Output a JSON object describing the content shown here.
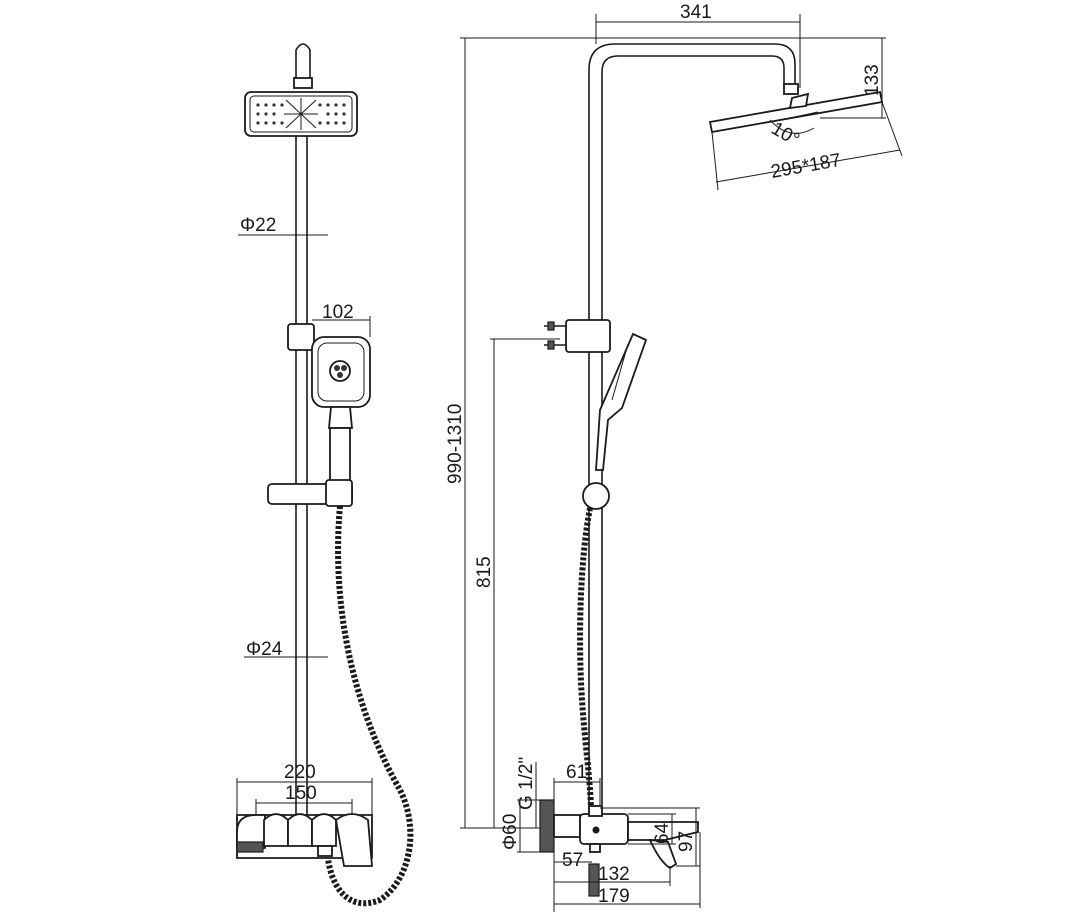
{
  "dimensions": {
    "front": {
      "pipe_upper_diameter": "Φ22",
      "hand_shower_width": "102",
      "pipe_lower_diameter": "Φ24",
      "mixer_total_width": "220",
      "mixer_center_distance": "150"
    },
    "side": {
      "arm_projection": "341",
      "head_height": "133",
      "head_tilt": "10°",
      "head_size": "295*187",
      "total_height_range": "990-1310",
      "holder_height": "815",
      "outlet_offset": "61",
      "thread": "G 1/2\"",
      "flange_diameter": "Φ60",
      "valve_height": "64",
      "valve_height_total": "97",
      "depth_a": "57",
      "depth_b": "132",
      "depth_c": "179"
    }
  }
}
